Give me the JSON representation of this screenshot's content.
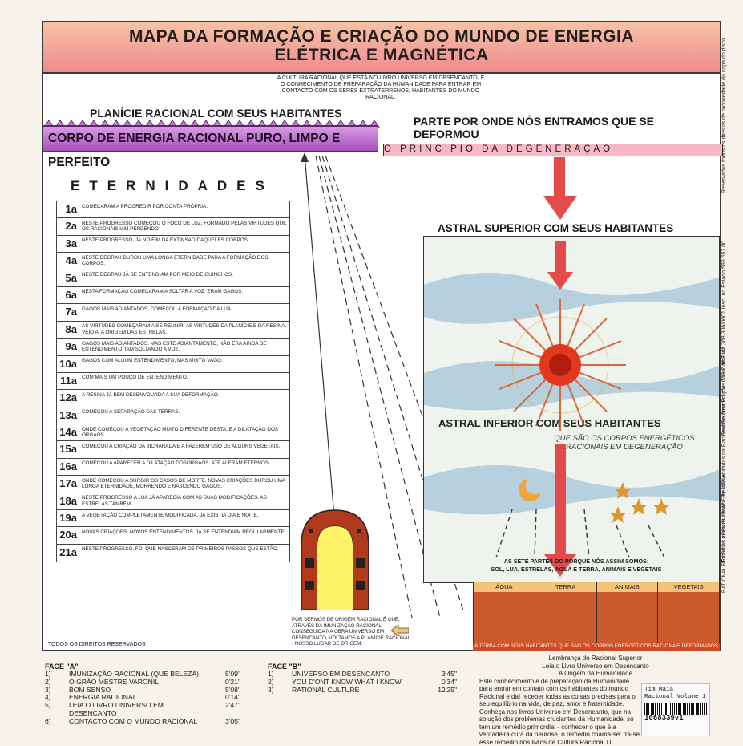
{
  "title_line1": "MAPA DA FORMAÇÃO E CRIAÇÃO DO MUNDO DE ENERGIA",
  "title_line2": "ELÉTRICA E MAGNÉTICA",
  "intro": "A CULTURA RACIONAL QUE ESTÁ NO LIVRO UNIVERSO EM DESENCANTO, É O CONHECIMENTO DE PREPARAÇÃO DA HUMANIDADE PARA ENTRAR EM CONTACTO COM OS SERES EXTRATERRENOS, HABITANTES DO MUNDO RACIONAL.",
  "planicie": "PLANÍCIE RACIONAL COM SEUS HABITANTES",
  "parte": "PARTE POR ONDE NÓS ENTRAMOS QUE SE DEFORMOU",
  "corpo": "CORPO DE ENERGIA RACIONAL PURO, LIMPO E PERFEITO",
  "principio": "O PRINCÍPIO DA DEGENERAÇÃO",
  "eternidades": "ETERNIDADES",
  "eternities": [
    {
      "n": "1a",
      "t": "Começaram a progredir por conta própria."
    },
    {
      "n": "2a",
      "t": "Neste progresso começou o foco de luz, formado pelas virtudes que os racionais iam perdendo"
    },
    {
      "n": "3a",
      "t": "Neste progresso, já no fim da extinsão daqueles corpos."
    },
    {
      "n": "4a",
      "t": "Neste degrau durou uma longa eternidade para a formação dos corpos."
    },
    {
      "n": "5a",
      "t": "Neste degrau já se entendiam por meio de guinchos."
    },
    {
      "n": "6a",
      "t": "Nesta formação começaram a soltar a voz. Eram gagos."
    },
    {
      "n": "7a",
      "t": "Gagos mais adiantados, começou a formação da lua."
    },
    {
      "n": "8a",
      "t": "As virtudes começaram a se reunir. As virtudes da planície e da resina. Veio aí a origem das estrelas."
    },
    {
      "n": "9a",
      "t": "Gagos mais adiantados. Mas este adiantamento, não era ainda de entendimento. Iam soltando a voz."
    },
    {
      "n": "10a",
      "t": "Gagos com algum entendimento, mas muito vago."
    },
    {
      "n": "11a",
      "t": "Com mais um pouco de entendimento."
    },
    {
      "n": "12a",
      "t": "A resina já bem desenvolvida a sua deformação."
    },
    {
      "n": "13a",
      "t": "Começou a separação das terras."
    },
    {
      "n": "14a",
      "t": "Onde começou a vegetação muito diferente desta. E a dilatação dos orgãos."
    },
    {
      "n": "15a",
      "t": "Começou a criação da bicharada e a fazerem uso de alguns vegetais."
    },
    {
      "n": "16a",
      "t": "Começou a aparecer a dilatação dosorgãos. Até aí eram eternos."
    },
    {
      "n": "17a",
      "t": "Onde começou a surgir os casos de morte. Novas criações durou uma longa eternidade, morrendo e nascendo gagos."
    },
    {
      "n": "18a",
      "t": "Neste progresso a lua já aparecia com as suas modificações. As estrelas também."
    },
    {
      "n": "19a",
      "t": "A vegetação completamente modificada. Já existia dia e noite."
    },
    {
      "n": "20a",
      "t": "Novas criações. Novos entendimentos. Já se entendiam regularmente."
    },
    {
      "n": "21a",
      "t": "Neste progresso, foi que nasceram os primeiros passos que estão."
    }
  ],
  "astral_superior": "ASTRAL SUPERIOR COM SEUS HABITANTES",
  "astral_inferior": "ASTRAL INFERIOR COM SEUS HABITANTES",
  "que_sao": "QUE SÃO OS CORPOS ENERGÉTICOS RACIONAIS EM DEGENERAÇÃO",
  "sete_partes_1": "AS SETE PARTES DO PORQUE NÓS ASSIM SOMOS:",
  "sete_partes_2": "SOL, LUA, ESTRELAS, ÁGUA E TERRA, ANIMAIS E VEGETAIS",
  "panels": [
    "ÁGUA",
    "TERRA",
    "ANIMAIS",
    "VEGETAIS"
  ],
  "panel_caption": "A TERRA COM SEUS HABITANTES QUE SÃO OS CORPOS ENERGÉTICOS RACIONAIS DEFORMADOS EM MATÉRIA",
  "arch_caption": "POR SERMOS DE ORIGEM RACIONAL É QUE, ATRAVÉS DA IMUNIZAÇÃO RACIONAL CONSEGUIDA NA OBRA UNIVERSO EM DESENCANTO, VOLTAMOS A PLANÍCIE RACIONAL - NOSSO LUGAR DE ORIGEM.",
  "direitos": "TODOS OS DIREITOS RESERVADOS",
  "side_rights": "Reservados todos os direitos de propriedade da capa do disco.",
  "side_seroma": "Seroma Discos Ltda. C.G.C.M.F. 42.368.306/0001 Insc. no Estado 589.657.00",
  "side_musicas": "Todas as músicas deste LP estão editadas na Racional Seroma Edições Musicais Ltda.",
  "side_label": "RATIONAL RECORDS - RRVOL1 Made in Japan",
  "face_a": {
    "heading": "FACE \"A\"",
    "tracks": [
      {
        "n": "1)",
        "t": "IMUNIZAÇÃO RACIONAL (Que Beleza)",
        "d": "5'09\""
      },
      {
        "n": "2)",
        "t": "O GRÃO MESTRE VARONIL",
        "d": "0'21\""
      },
      {
        "n": "3)",
        "t": "BOM SENSO",
        "d": "5'08\""
      },
      {
        "n": "4)",
        "t": "ENERGIA RACIONAL",
        "d": "0'14\""
      },
      {
        "n": "5)",
        "t": "LEIA O LIVRO UNIVERSO EM DESENCANTO",
        "d": "2'47\""
      },
      {
        "n": "6)",
        "t": "CONTACTO COM O MUNDO RACIONAL",
        "d": "3'05\""
      }
    ]
  },
  "face_b": {
    "heading": "FACE \"B\"",
    "tracks": [
      {
        "n": "1)",
        "t": "UNIVERSO EM DESENCANTO",
        "d": "3'45\""
      },
      {
        "n": "2)",
        "t": "YOU D'ONT KNOW WHAT I KNOW",
        "d": "0'34\""
      },
      {
        "n": "3)",
        "t": "RATIONAL CULTURE",
        "d": "12'25\""
      }
    ]
  },
  "lembranca_head": [
    "Lembrança do Racional Superior",
    "Leia o Livro Universo em Desencanto",
    "A Origem da Humanidade"
  ],
  "lembranca_body": "Este conhecimento é de preparação da Humanidade para entrar em contato com os habitantes do mundo Racional e daí receber todas as coisas precisas para o seu equilíbrio na vida, de paz, amor e fraternidade. Conheça nos livros Universo em Desencanto, que na solução dos problemas cruciantes da Humanidade, só tem um remédio primordial - conhecer o que é a verdadeira cura da neurose, o remédio chama-se: tra-se esse remédio nos livros de Cultura Racional U",
  "sticker": {
    "line1": "Tim Maia",
    "line2": "Racional Volume 1",
    "code": "1068339v1"
  },
  "colors": {
    "title_band": "#f08a8f",
    "corpo": "#b65ec7",
    "principio": "#f6b8c5",
    "arrow": "#e34a4a",
    "sun": "#e3381c"
  }
}
